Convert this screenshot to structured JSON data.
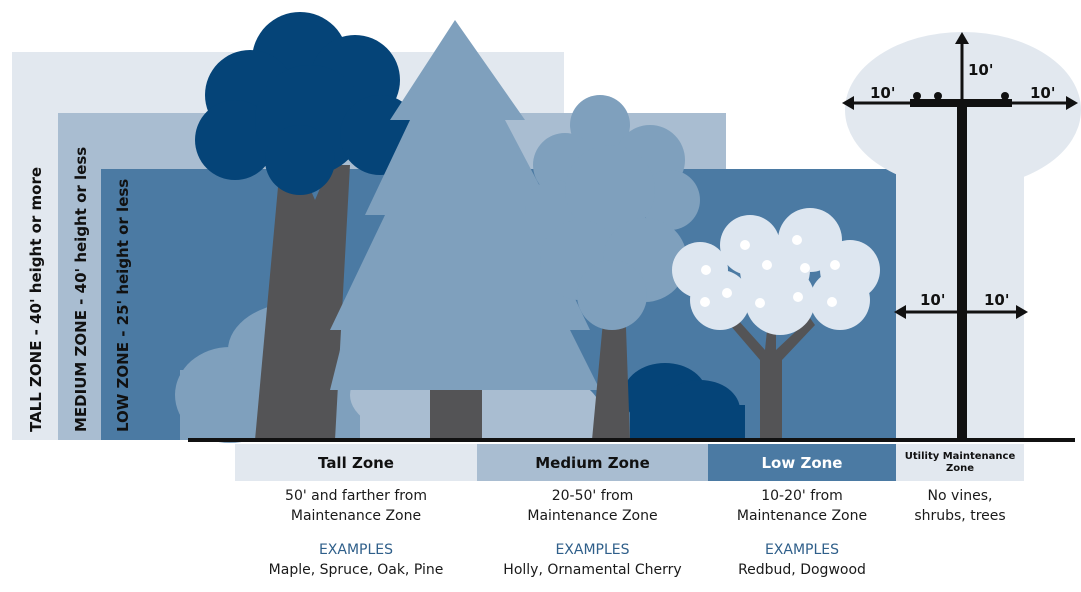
{
  "zone_labels": {
    "tall": "TALL ZONE - 40' height or more",
    "medium": "MEDIUM ZONE - 40' height or less",
    "low": "LOW ZONE - 25' height or less"
  },
  "clearances": {
    "top": "10'",
    "upper_left": "10'",
    "upper_right": "10'",
    "lower_left": "10'",
    "lower_right": "10'"
  },
  "zones": [
    {
      "title": "Tall Zone",
      "distance_line1": "50' and farther from",
      "distance_line2": "Maintenance Zone",
      "examples_heading": "EXAMPLES",
      "examples": "Maple, Spruce, Oak, Pine"
    },
    {
      "title": "Medium Zone",
      "distance_line1": "20-50' from",
      "distance_line2": "Maintenance Zone",
      "examples_heading": "EXAMPLES",
      "examples": "Holly, Ornamental Cherry"
    },
    {
      "title": "Low Zone",
      "distance_line1": "10-20' from",
      "distance_line2": "Maintenance Zone",
      "examples_heading": "EXAMPLES",
      "examples": "Redbud, Dogwood"
    },
    {
      "title_line1": "Utility Maintenance",
      "title_line2": "Zone",
      "distance_line1": "No vines,",
      "distance_line2": "shrubs, trees"
    }
  ],
  "colors": {
    "tall_bg": "#e2e8ef",
    "medium_bg": "#a9bdd1",
    "low_bg": "#4b7aa3",
    "dark_tree": "#054478",
    "light_tree": "#7fa0bd",
    "trunk": "#545456",
    "examples_heading": "#2f5f8a"
  }
}
